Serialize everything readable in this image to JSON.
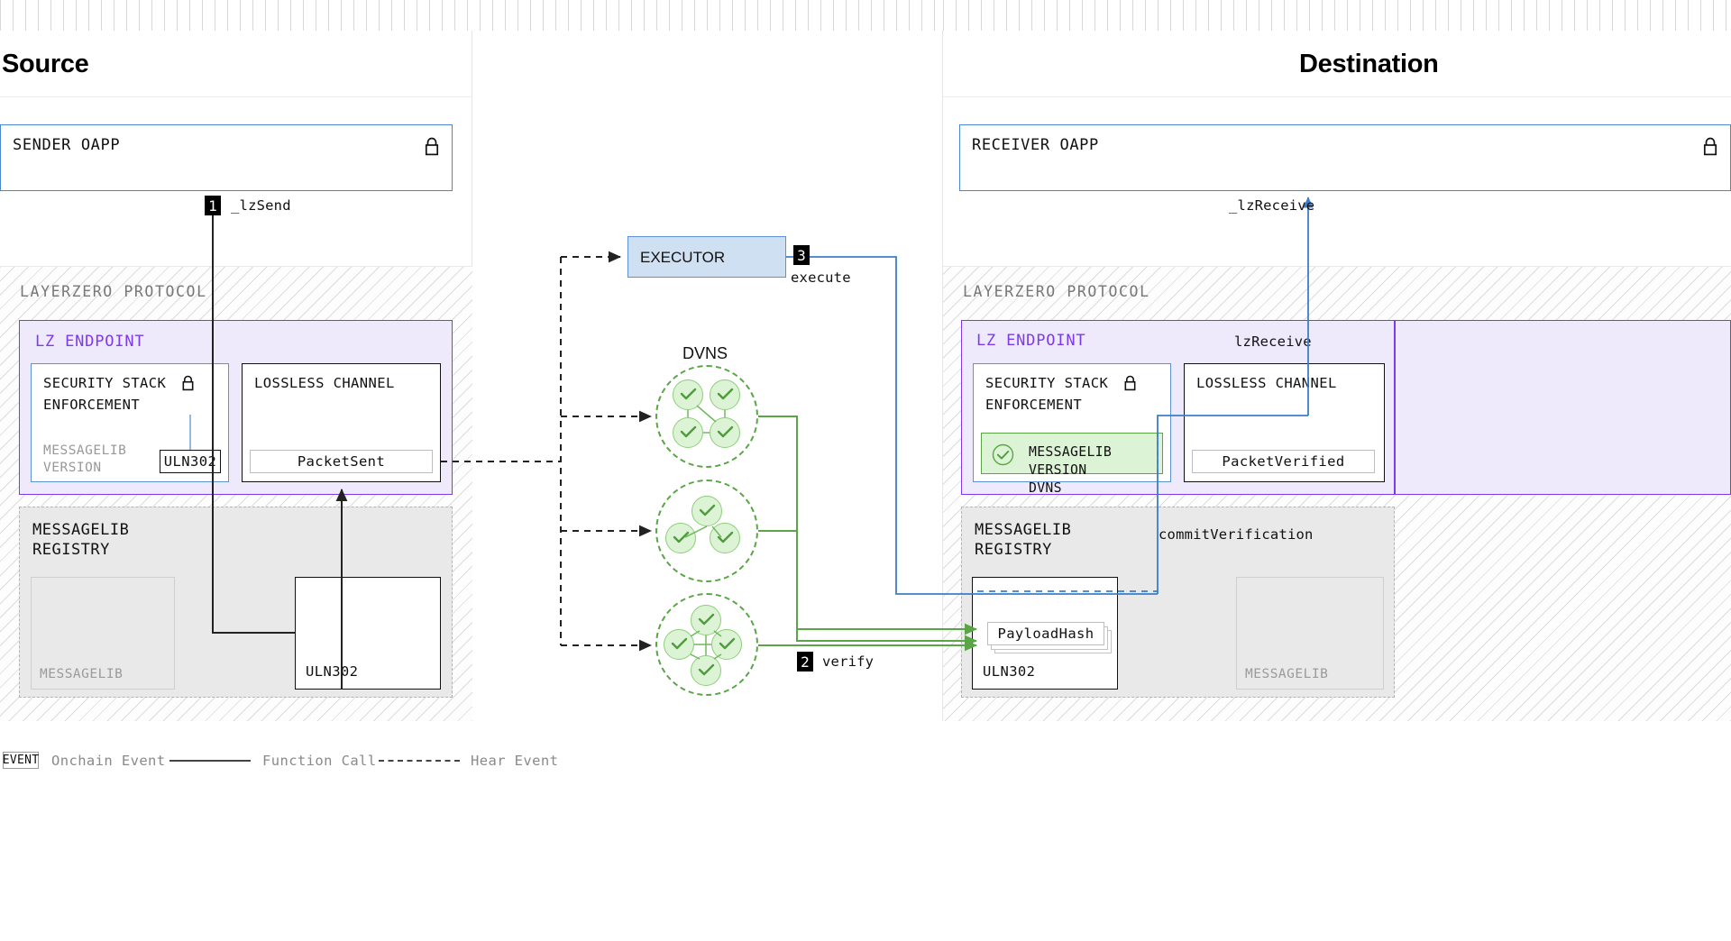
{
  "headers": {
    "source": "Source",
    "destination": "Destination"
  },
  "source": {
    "oapp": {
      "label": "SENDER OAPP",
      "icon": "lock-icon"
    },
    "protocol_label": "LAYERZERO PROTOCOL",
    "endpoint": {
      "label": "LZ ENDPOINT",
      "security_stack": {
        "title_line1": "SECURITY STACK",
        "title_line2": "ENFORCEMENT",
        "icon": "lock-icon",
        "muted_line1": "MESSAGELIB",
        "muted_line2": "VERSION",
        "chip": "ULN302"
      },
      "lossless_channel": {
        "title": "LOSSLESS CHANNEL",
        "event_chip": "PacketSent"
      }
    },
    "registry": {
      "title_line1": "MESSAGELIB",
      "title_line2": "REGISTRY",
      "slots": [
        {
          "label": "MESSAGELIB",
          "active": false
        },
        {
          "label": "ULN302",
          "active": true
        }
      ]
    }
  },
  "destination": {
    "oapp": {
      "label": "RECEIVER OAPP",
      "icon": "lock-icon"
    },
    "protocol_label": "LAYERZERO PROTOCOL",
    "endpoint": {
      "label": "LZ ENDPOINT",
      "side_label": "lzReceive",
      "security_stack": {
        "title_line1": "SECURITY STACK",
        "title_line2": "ENFORCEMENT",
        "icon": "lock-icon",
        "verified": {
          "icon": "check-circle-icon",
          "line1": "MESSAGELIB VERSION",
          "line2": "DVNS"
        }
      },
      "lossless_channel": {
        "title": "LOSSLESS CHANNEL",
        "event_chip": "PacketVerified"
      }
    },
    "registry": {
      "title_line1": "MESSAGELIB",
      "title_line2": "REGISTRY",
      "side_label": "commitVerification",
      "slots": [
        {
          "label": "ULN302",
          "active": true,
          "stack_chip": "PayloadHash"
        },
        {
          "label": "MESSAGELIB",
          "active": false
        }
      ]
    }
  },
  "middle": {
    "executor": {
      "label": "EXECUTOR"
    },
    "dvns_title": "DVNS",
    "clusters": [
      {
        "nodes": 4,
        "layout": "square"
      },
      {
        "nodes": 3,
        "layout": "triangle"
      },
      {
        "nodes": 5,
        "layout": "diamond"
      }
    ]
  },
  "steps": [
    {
      "num": "1",
      "label": "_lzSend"
    },
    {
      "num": "2",
      "label": "verify"
    },
    {
      "num": "3",
      "label": "execute"
    }
  ],
  "edge_labels": {
    "lz_receive_oapp": "_lzReceive"
  },
  "legend": {
    "event_chip": "EVENT",
    "items": [
      {
        "kind": "chip",
        "text": "Onchain Event"
      },
      {
        "kind": "solid",
        "text": "Function Call"
      },
      {
        "kind": "dashed",
        "text": "Hear Event"
      }
    ]
  },
  "colors": {
    "accent_purple": "#7c3aed",
    "accent_blue": "#5b93d6",
    "accent_green": "#5aa545",
    "green_fill": "#ddf3d6",
    "endpoint_fill": "#eeeafc",
    "registry_fill": "#e9e9e9",
    "executor_fill": "#cfe0f3"
  }
}
